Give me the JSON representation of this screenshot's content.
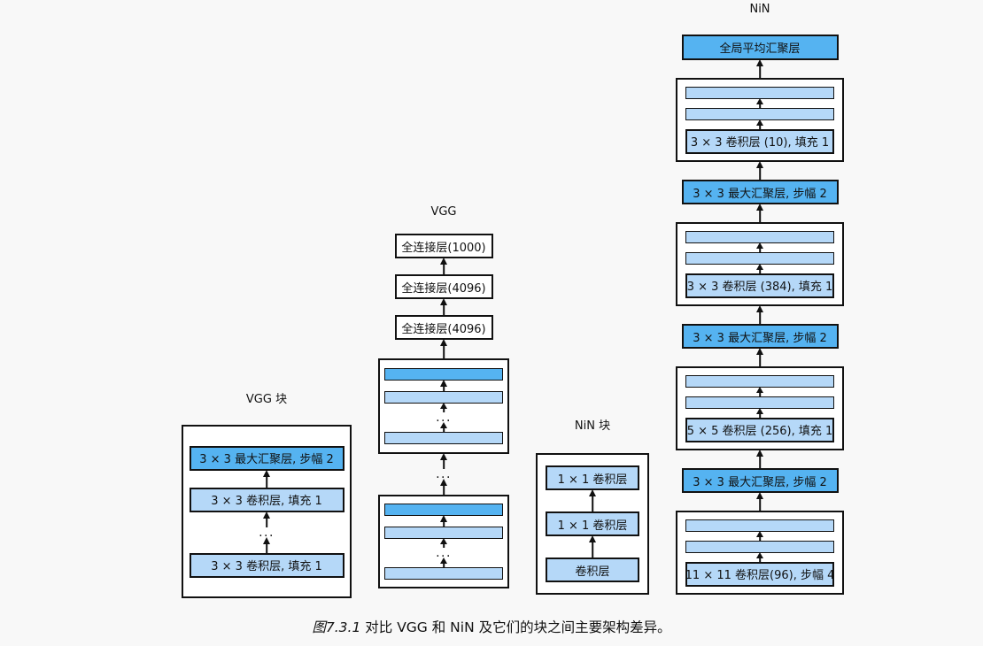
{
  "glyphs": {
    "dots": "..."
  },
  "colors": {
    "background": "#f8f8f8",
    "pool_blue": "#55b3f1",
    "conv_blue": "#b5d8f8",
    "box_border": "#111111",
    "container_bg": "#ffffff"
  },
  "caption": {
    "prefix": "图7.3.1",
    "text": " 对比 VGG 和 NiN 及它们的块之间主要架构差异。"
  },
  "vgg_block": {
    "title": "VGG 块",
    "pool": "3 × 3 最大汇聚层, 步幅 2",
    "conv_top": "3 × 3 卷积层, 填充 1",
    "conv_bottom": "3 × 3 卷积层, 填充 1"
  },
  "vgg": {
    "title": "VGG",
    "fc_top": "全连接层(1000)",
    "fc_mid": "全连接层(4096)",
    "fc_bottom": "全连接层(4096)"
  },
  "nin_block": {
    "title": "NiN 块",
    "conv_1x1_top": "1 × 1 卷积层",
    "conv_1x1_mid": "1 × 1 卷积层",
    "conv_bottom": "卷积层"
  },
  "nin": {
    "title": "NiN",
    "global_pool": "全局平均汇聚层",
    "pool": "3 × 3 最大汇聚层, 步幅 2",
    "block_top_conv": "3 × 3 卷积层 (10), 填充 1",
    "block3_conv": "3 × 3 卷积层 (384), 填充 1",
    "block2_conv": "5 × 5 卷积层 (256), 填充 1",
    "block1_conv": "11 × 11 卷积层(96), 步幅 4"
  }
}
